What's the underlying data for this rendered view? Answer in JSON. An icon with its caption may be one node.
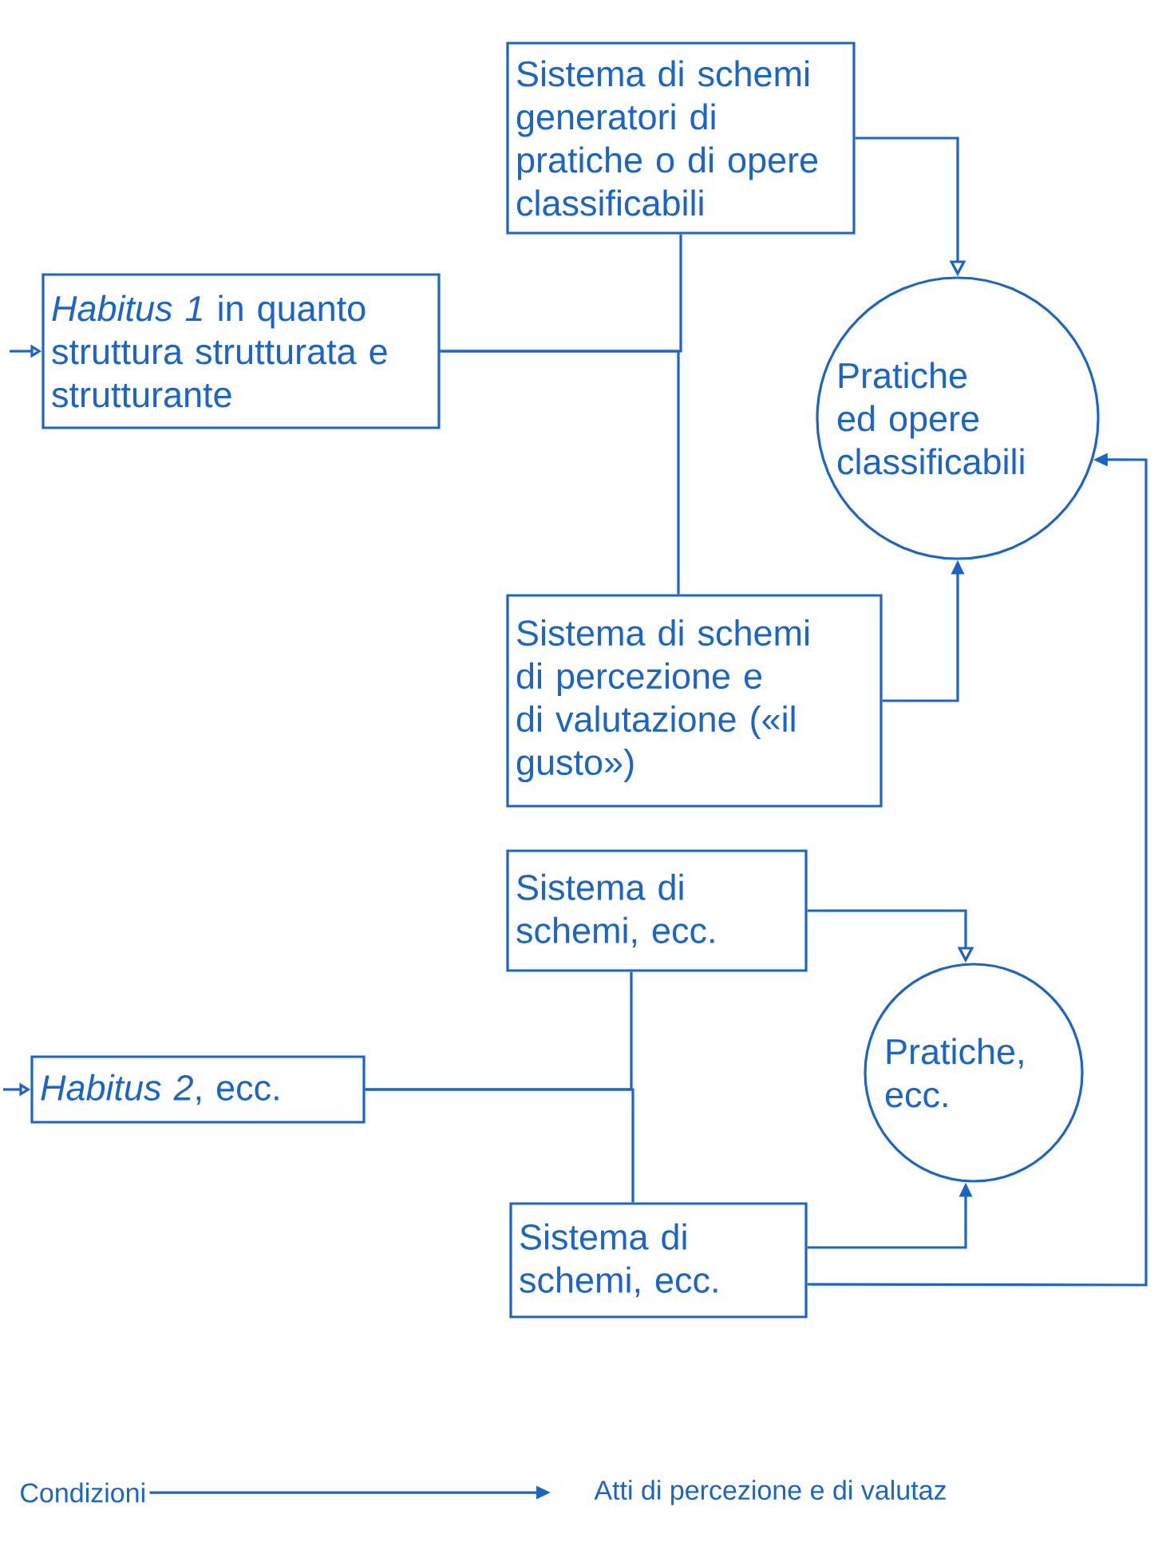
{
  "diagram": {
    "nodes": [
      {
        "text": [
          "Sistema di schemi generatori di pratiche o di opere classificabili"
        ]
      },
      {
        "text": [
          "*Habitus 1* in quanto struttura strutturata e strutturante"
        ]
      },
      {
        "text": [
          "Pratiche ed opere classificabili"
        ]
      },
      {
        "text": [
          "Sistema di schemi di percezione e di valutazione («il gusto»)"
        ]
      },
      {
        "text": [
          "Sistema di schemi, ecc."
        ]
      },
      {
        "text": [
          "*Habitus 2*, ecc."
        ]
      },
      {
        "text": [
          "Pratiche, ecc."
        ]
      },
      {
        "text": [
          "Sistema di schemi, ecc."
        ]
      },
      {
        "text": [
          "Condizioni"
        ]
      },
      {
        "text": [
          "Atti di percezione e di valutaz"
        ]
      }
    ],
    "edges": [
      {
        "from": null,
        "to": 1,
        "arrow": "to"
      },
      {
        "from": 0,
        "to": 2,
        "arrow": "to"
      },
      {
        "from": 1,
        "to": 0,
        "arrow": "none"
      },
      {
        "from": 1,
        "to": 3,
        "arrow": "none"
      },
      {
        "from": 3,
        "to": 2,
        "arrow": "to"
      },
      {
        "from": null,
        "to": 5,
        "arrow": "to"
      },
      {
        "from": 4,
        "to": 6,
        "arrow": "to"
      },
      {
        "from": 5,
        "to": 4,
        "arrow": "none"
      },
      {
        "from": 5,
        "to": 7,
        "arrow": "none"
      },
      {
        "from": 7,
        "to": 6,
        "arrow": "to"
      },
      {
        "from": 7,
        "to": 2,
        "arrow": "to"
      },
      {
        "from": 8,
        "to": 9,
        "arrow": "to"
      }
    ]
  }
}
